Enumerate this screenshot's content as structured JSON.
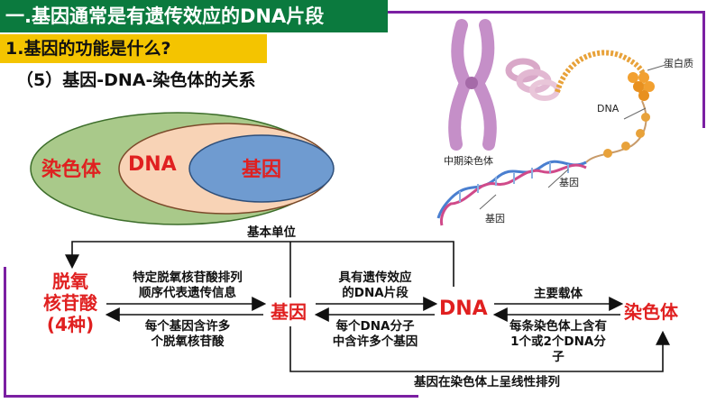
{
  "header": {
    "title": "一.基因通常是有遗传效应的DNA片段",
    "subtitle": "1.基因的功能是什么?",
    "section": "（5）基因-DNA-染色体的关系"
  },
  "venn": {
    "outer": "染色体",
    "middle": "DNA",
    "inner": "基因"
  },
  "illustration": {
    "protein": "蛋白质",
    "dna": "DNA",
    "chromosome": "中期染色体",
    "gene1": "基因",
    "gene2": "基因"
  },
  "concept_map": {
    "nucleotide": "脱氧\n核苷酸\n(4种)",
    "gene": "基因",
    "dna": "DNA",
    "chromosome": "染色体",
    "top_label": "基本单位",
    "bottom_label": "基因在染色体上呈线性排列",
    "arrow1_top": "特定脱氧核苷酸排列\n顺序代表遗传信息",
    "arrow1_bottom": "每个基因含许多\n个脱氧核苷酸",
    "arrow2_top": "具有遗传效应\n的DNA片段",
    "arrow2_bottom": "每个DNA分子\n中含许多个基因",
    "arrow3_top": "主要载体",
    "arrow3_bottom": "每条染色体上含有\n1个或2个DNA分\n子"
  },
  "colors": {
    "title_bg": "#0b7a3e",
    "subtitle_bg": "#f4c400",
    "frame": "#7b1fa2",
    "outer_ellipse": "#a9c98a",
    "middle_ellipse": "#f8d3b6",
    "inner_ellipse": "#6f9bd0",
    "highlight_text": "#e02020"
  }
}
